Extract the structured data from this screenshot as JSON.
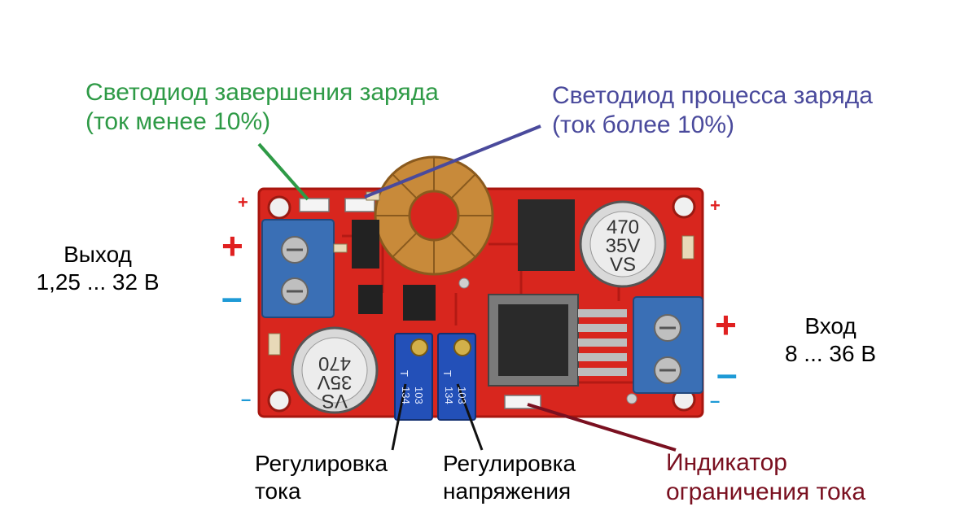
{
  "labels": {
    "led_complete": [
      "Светодиод завершения заряда",
      "(ток менее 10%)"
    ],
    "led_process": [
      "Светодиод процесса заряда",
      "(ток более 10%)"
    ],
    "output": [
      "Выход",
      "1,25  ...  32 В"
    ],
    "input": [
      "Вход",
      "8   ... 36 В"
    ],
    "current_adj": [
      "Регулировка",
      "тока"
    ],
    "voltage_adj": [
      "Регулировка",
      "напряжения"
    ],
    "limit_indicator": [
      "Индикатор",
      "ограничения тока"
    ]
  },
  "signs": {
    "plus": "+",
    "minus": "–"
  },
  "components": {
    "cap_left": [
      "470",
      "35V",
      "VS"
    ],
    "cap_right": [
      "470",
      "35V",
      "VS"
    ],
    "trim_left": [
      "T",
      "134",
      "103"
    ],
    "trim_right": [
      "T",
      "134",
      "103"
    ]
  },
  "colors": {
    "board": "#d8261e",
    "led_green": "#2e9a46",
    "led_blue": "#4a4a9c",
    "indicator": "#7a1020",
    "terminal": "#3a6fb5",
    "coil": "#c88a3a"
  }
}
